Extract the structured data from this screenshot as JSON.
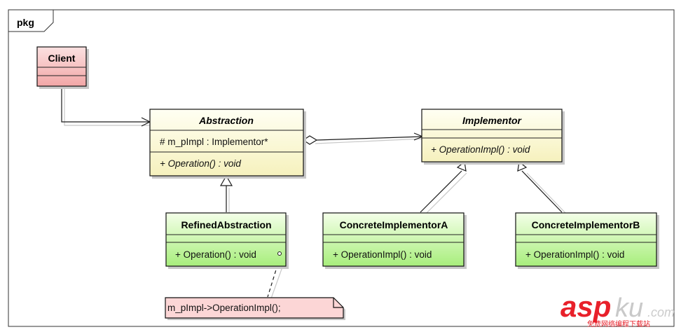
{
  "frame": {
    "label": "pkg"
  },
  "classes": {
    "client": {
      "name": "Client"
    },
    "abstraction": {
      "name": "Abstraction",
      "attribute": "# m_pImpl : Implementor*",
      "operation": "+ Operation() : void"
    },
    "implementor": {
      "name": "Implementor",
      "operation": "+ OperationImpl() : void"
    },
    "refined_abstraction": {
      "name": "RefinedAbstraction",
      "operation": "+ Operation() : void"
    },
    "concrete_a": {
      "name": "ConcreteImplementorA",
      "operation": "+ OperationImpl() : void"
    },
    "concrete_b": {
      "name": "ConcreteImplementorB",
      "operation": "+ OperationImpl() : void"
    }
  },
  "note": {
    "text": "m_pImpl->OperationImpl();"
  },
  "watermark": {
    "brand_red": "asp",
    "brand_gray": "ku",
    "suffix": ".com",
    "tagline": "免费网络编程下载站"
  },
  "colors": {
    "client_fill_top": "#fbe1e1",
    "client_fill_bottom": "#f2a6a6",
    "abstract_fill_top": "#fffff3",
    "abstract_fill_bottom": "#f6f1bd",
    "concrete_fill_top": "#f4ffe8",
    "concrete_fill_bottom": "#a8ee7c",
    "note_fill": "#fcd6d6"
  }
}
